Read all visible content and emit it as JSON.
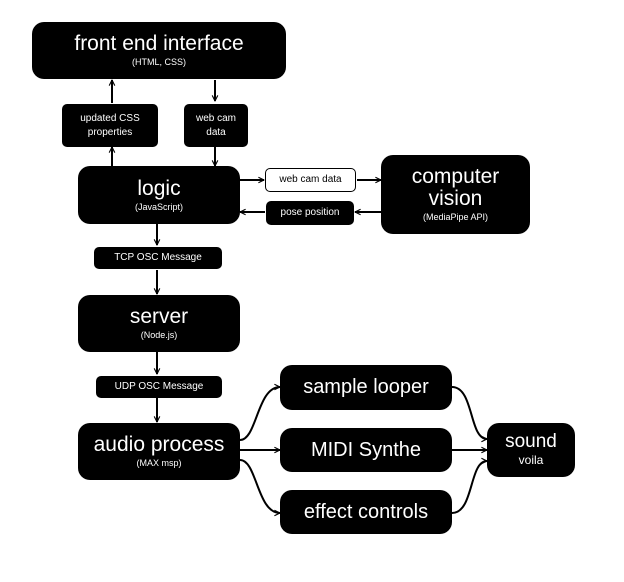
{
  "nodes": {
    "front_end": {
      "title": "front end interface",
      "subtitle": "(HTML, CSS)"
    },
    "updated_css": {
      "label": "updated CSS properties"
    },
    "web_cam_top": {
      "label": "web cam data"
    },
    "logic": {
      "title": "logic",
      "subtitle": "(JavaScript)"
    },
    "web_cam_side": {
      "label": "web cam data"
    },
    "pose_position": {
      "label": "pose position"
    },
    "computer_vision": {
      "title": "computer vision",
      "subtitle": "(MediaPipe API)"
    },
    "tcp_osc": {
      "label": "TCP OSC Message"
    },
    "server": {
      "title": "server",
      "subtitle": "(Node.js)"
    },
    "udp_osc": {
      "label": "UDP OSC Message"
    },
    "audio_process": {
      "title": "audio process",
      "subtitle": "(MAX msp)"
    },
    "sample_looper": {
      "title": "sample looper"
    },
    "midi_synthe": {
      "title": "MIDI Synthe"
    },
    "effect_controls": {
      "title": "effect controls"
    },
    "sound": {
      "title": "sound",
      "subtitle": "voila"
    }
  }
}
